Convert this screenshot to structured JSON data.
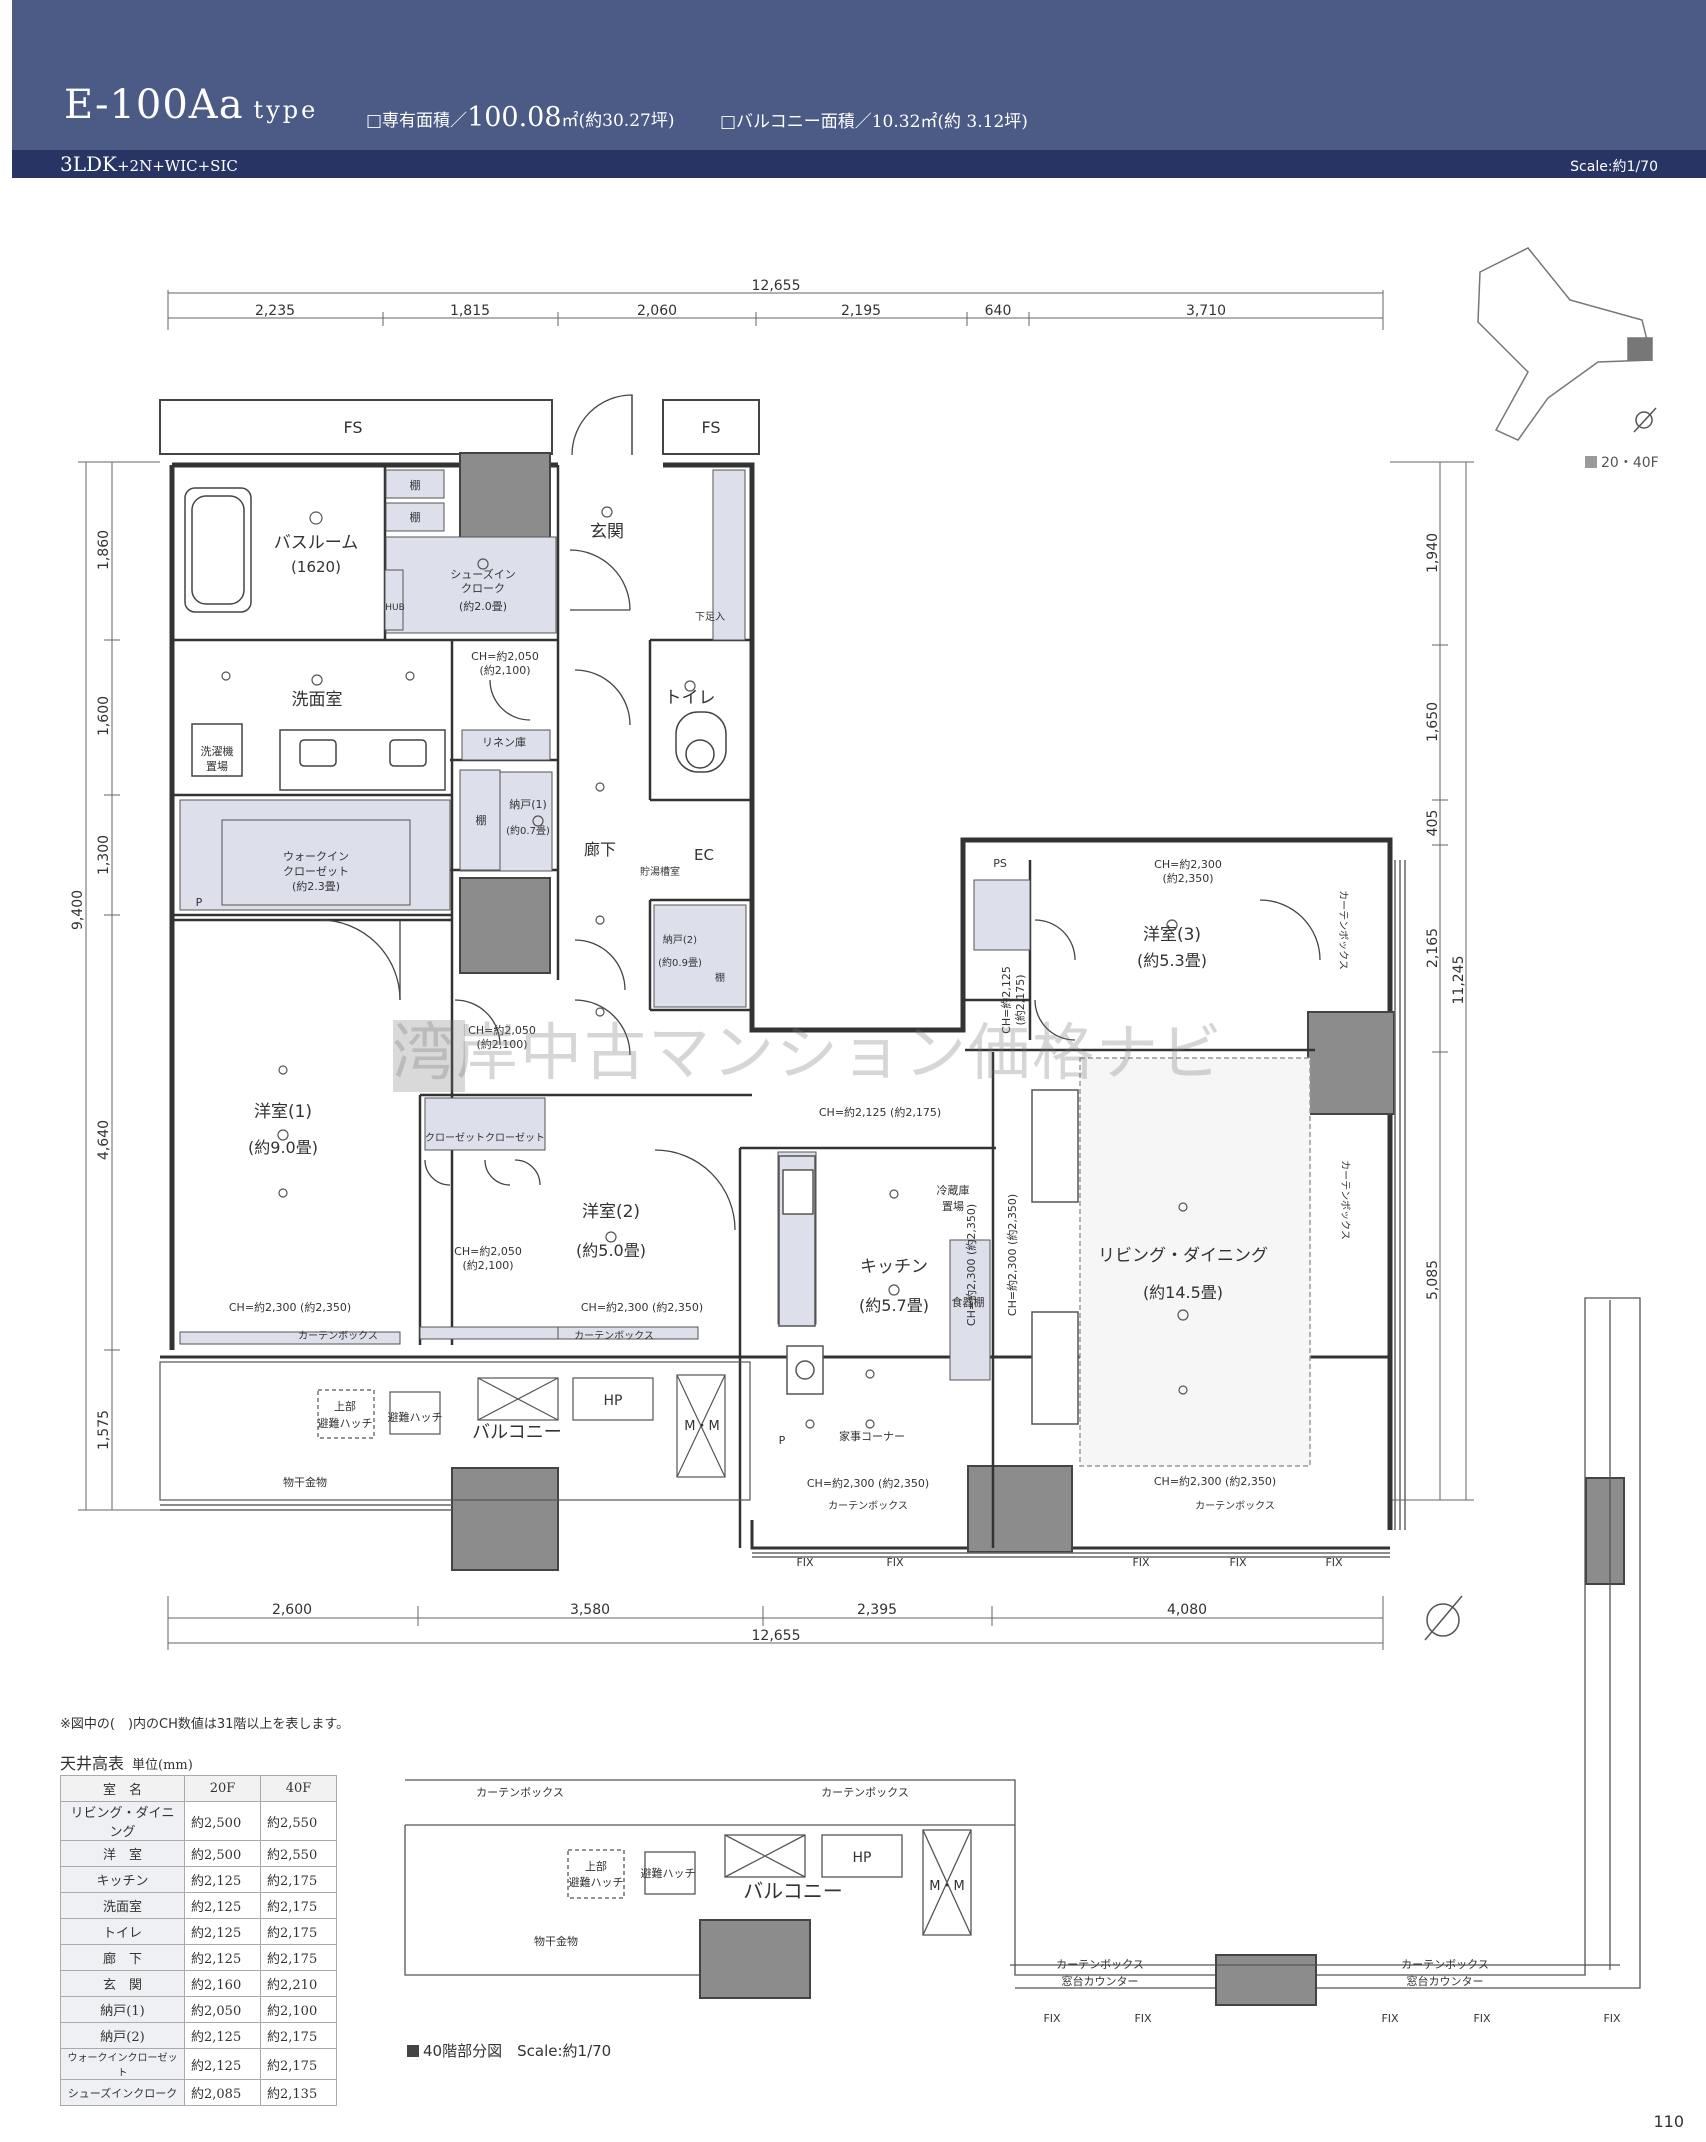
{
  "header": {
    "type_code": "E-100Aa",
    "type_word": "type",
    "exclusive_area_label": "□専有面積／",
    "exclusive_area_value": "100.08",
    "exclusive_area_unit": "㎡",
    "exclusive_area_tsubo": "(約30.27坪)",
    "balcony_area": "□バルコニー面積／10.32㎡(約 3.12坪)",
    "layout": "3LDK",
    "layout_extra": "+2N+WIC+SIC",
    "scale": "Scale:約1/70"
  },
  "floor_legend": "20・40F",
  "dimensions": {
    "top_total": "12,655",
    "top": [
      "2,235",
      "1,815",
      "2,060",
      "2,195",
      "640",
      "3,710"
    ],
    "bottom": [
      "2,600",
      "3,580",
      "2,395",
      "4,080"
    ],
    "bottom_total": "12,655",
    "left": [
      "1,860",
      "1,600",
      "1,300",
      "4,640",
      "1,575"
    ],
    "left_total": "9,400",
    "right": [
      "1,940",
      "1,650",
      "405",
      "2,165",
      "5,085"
    ],
    "right_total": "11,245"
  },
  "rooms": {
    "fs1": "FS",
    "fs2": "FS",
    "bath": "バスルーム",
    "bath_size": "(1620)",
    "shoes_closet": "シューズイン",
    "shoes_closet2": "クローク",
    "shoes_closet_size": "(約2.0畳)",
    "shelf": "棚",
    "hub": "HUB",
    "entrance": "玄関",
    "under_step": "下足入",
    "washroom": "洗面室",
    "washer": "洗濯機",
    "washer2": "置場",
    "linen": "リネン庫",
    "toilet": "トイレ",
    "storage1": "納戸(1)",
    "storage1_size": "(約0.7畳)",
    "storage2": "納戸(2)",
    "storage2_size": "(約0.9畳)",
    "corridor": "廊下",
    "ec": "EC",
    "water_heater": "貯湯槽室",
    "wic": "ウォークイン",
    "wic2": "クローゼット",
    "wic_size": "(約2.3畳)",
    "western3": "洋室(3)",
    "western3_size": "(約5.3畳)",
    "closet": "クローゼット",
    "western1": "洋室(1)",
    "western1_size": "(約9.0畳)",
    "western2": "洋室(2)",
    "western2_size": "(約5.0畳)",
    "kitchen": "キッチン",
    "kitchen_size": "(約5.7畳)",
    "fridge": "冷蔵庫",
    "fridge2": "置場",
    "pantry": "食器棚",
    "living": "リビング・ダイニング",
    "living_size": "(約14.5畳)",
    "balcony": "バルコニー",
    "hatch": "避難ハッチ",
    "hatch_top": "上部",
    "hp": "HP",
    "mm": "M・M",
    "drying": "物干金物",
    "housework": "家事コーナー",
    "curtain_box": "カーテンボックス",
    "window_counter": "窓台カウンター",
    "fix": "FIX",
    "ps": "PS",
    "p": "P"
  },
  "ch_labels": {
    "wic_entry": "CH=約2,050",
    "wic_entry2": "(約2,100)",
    "corr": "CH=約2,050",
    "corr2": "(約2,100)",
    "western3": "CH=約2,300",
    "western3b": "(約2,350)",
    "ps_small": "CH=約2,125",
    "ps_small2": "(約2,175)",
    "hall": "CH=約2,125 (約2,175)",
    "western1": "CH=約2,300 (約2,350)",
    "western2a": "CH=約2,050",
    "western2b": "(約2,100)",
    "western2c": "CH=約2,300 (約2,350)",
    "kitchen_v": "CH=約2,300 (約2,350)",
    "kitchen_v2": "CH=約2,300 (約2,350)",
    "kitchen_bottom": "CH=約2,300 (約2,350)",
    "living_bottom": "CH=約2,300 (約2,350)"
  },
  "watermark": "湾岸中古マンション価格ナビ",
  "note": "※図中の(　)内のCH数値は31階以上を表します。",
  "ceiling_table": {
    "title": "天井高表",
    "unit": "単位(mm)",
    "headers": [
      "室　名",
      "20F",
      "40F"
    ],
    "rows": [
      [
        "リビング・ダイニング",
        "約2,500",
        "約2,550"
      ],
      [
        "洋　室",
        "約2,500",
        "約2,550"
      ],
      [
        "キッチン",
        "約2,125",
        "約2,175"
      ],
      [
        "洗面室",
        "約2,125",
        "約2,175"
      ],
      [
        "トイレ",
        "約2,125",
        "約2,175"
      ],
      [
        "廊　下",
        "約2,125",
        "約2,175"
      ],
      [
        "玄　関",
        "約2,160",
        "約2,210"
      ],
      [
        "納戸(1)",
        "約2,050",
        "約2,100"
      ],
      [
        "納戸(2)",
        "約2,125",
        "約2,175"
      ],
      [
        "ウォークインクローゼット",
        "約2,125",
        "約2,175"
      ],
      [
        "シューズインクローク",
        "約2,085",
        "約2,135"
      ]
    ]
  },
  "caption_40f": "40階部分図",
  "caption_40f_scale": "Scale:約1/70",
  "page_number": "110"
}
